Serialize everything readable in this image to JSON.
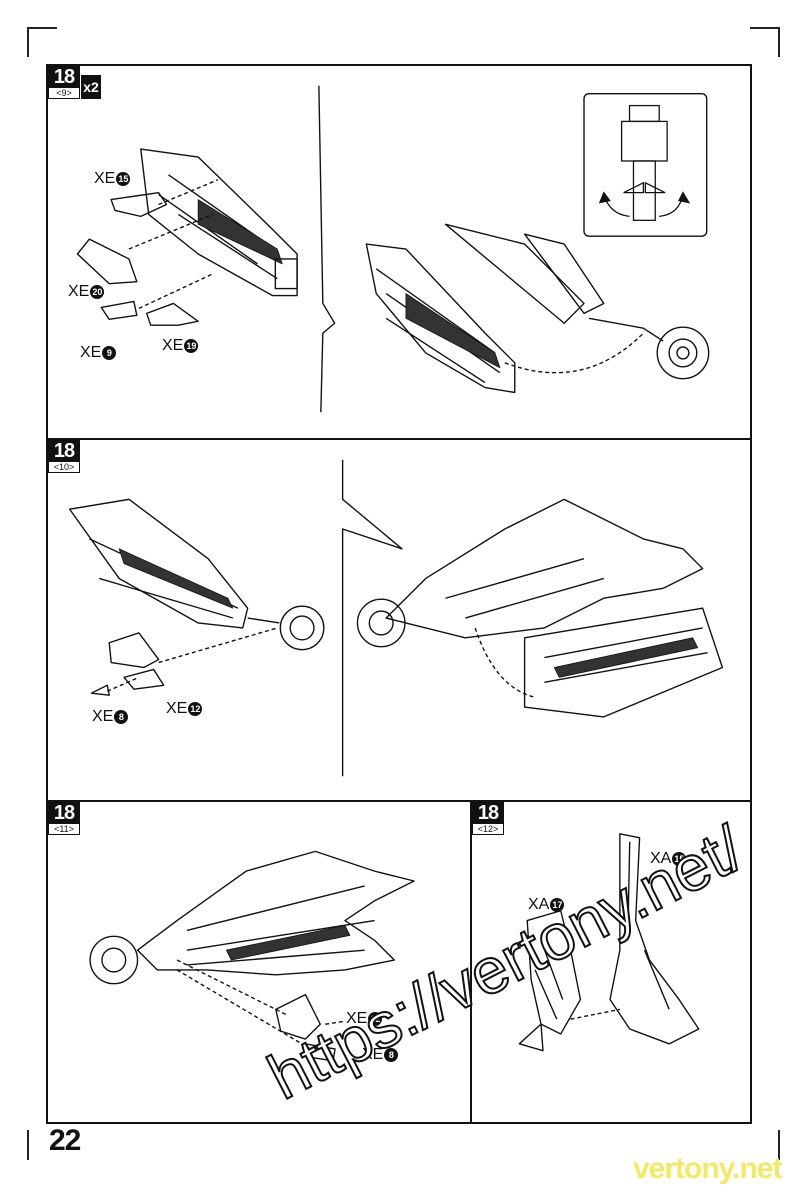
{
  "page_number": "22",
  "watermark": {
    "url": "https://vertony.net/",
    "site": "vertony.net"
  },
  "steps": [
    {
      "number": "18",
      "sub": "<9>",
      "multiplier": "x2",
      "labels": [
        {
          "code": "XE",
          "part": "15"
        },
        {
          "code": "XE",
          "part": "20"
        },
        {
          "code": "XE",
          "part": "9"
        },
        {
          "code": "XE",
          "part": "19"
        }
      ]
    },
    {
      "number": "18",
      "sub": "<10>",
      "labels": [
        {
          "code": "XE",
          "part": "8"
        },
        {
          "code": "XE",
          "part": "12"
        }
      ]
    },
    {
      "number": "18",
      "sub": "<11>",
      "labels": [
        {
          "code": "XE",
          "part": "12"
        },
        {
          "code": "XE",
          "part": "8"
        }
      ]
    },
    {
      "number": "18",
      "sub": "<12>",
      "labels": [
        {
          "code": "XA",
          "part": "15"
        },
        {
          "code": "XA",
          "part": "17"
        }
      ]
    }
  ]
}
